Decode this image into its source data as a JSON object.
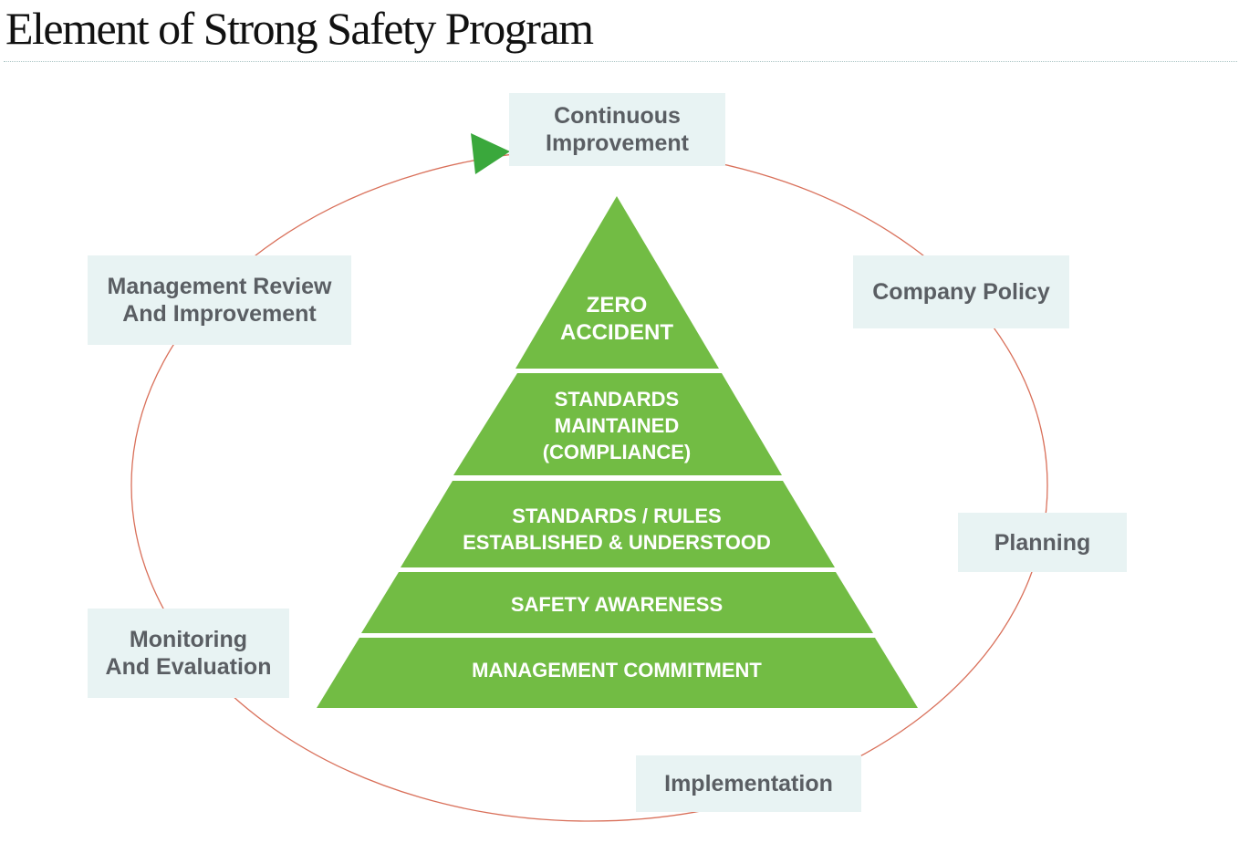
{
  "title": "Element of Strong Safety Program",
  "colors": {
    "pyramid_fill": "#72bc44",
    "arrow_fill": "#3aa83c",
    "cycle_line": "#d9705a",
    "box_fill": "#e8f3f3",
    "box_text": "#5a5e63"
  },
  "cycle_steps": [
    {
      "label": "Continuous\nImprovement"
    },
    {
      "label": "Company Policy"
    },
    {
      "label": "Planning"
    },
    {
      "label": "Implementation"
    },
    {
      "label": "Monitoring\nAnd Evaluation"
    },
    {
      "label": "Management Review\nAnd Improvement"
    }
  ],
  "pyramid_tiers": [
    {
      "label": "ZERO\nACCIDENT"
    },
    {
      "label": "STANDARDS\nMAINTAINED\n(COMPLIANCE)"
    },
    {
      "label": "STANDARDS / RULES\nESTABLISHED & UNDERSTOOD"
    },
    {
      "label": "SAFETY AWARENESS"
    },
    {
      "label": "MANAGEMENT COMMITMENT"
    }
  ]
}
